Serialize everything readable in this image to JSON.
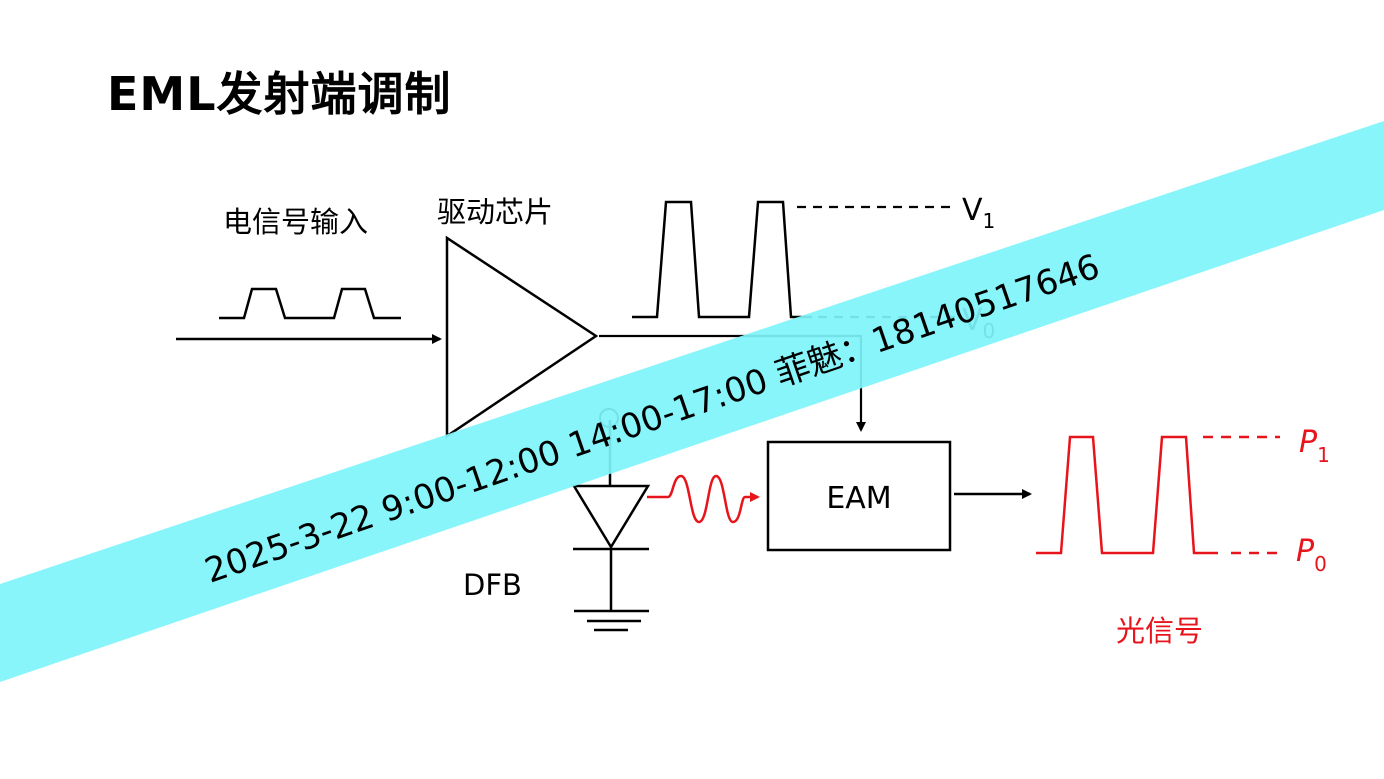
{
  "slide": {
    "title": "EML发射端调制"
  },
  "diagram": {
    "labels": {
      "electrical_input": "电信号输入",
      "driver_chip": "驱动芯片",
      "v1": "V",
      "v1_sub": "1",
      "v0": "V",
      "v0_sub": "0",
      "eam": "EAM",
      "dfb": "DFB",
      "p1": "P",
      "p1_sub": "1",
      "p0": "P",
      "p0_sub": "0",
      "optical_signal": "光信号"
    },
    "colors": {
      "line": "#000000",
      "optical": "#e8141c",
      "watermark_band": "#7ef4fb"
    }
  },
  "watermark": {
    "text": "2025-3-22  9:00-12:00  14:00-17:00   菲魅：18140517646"
  }
}
